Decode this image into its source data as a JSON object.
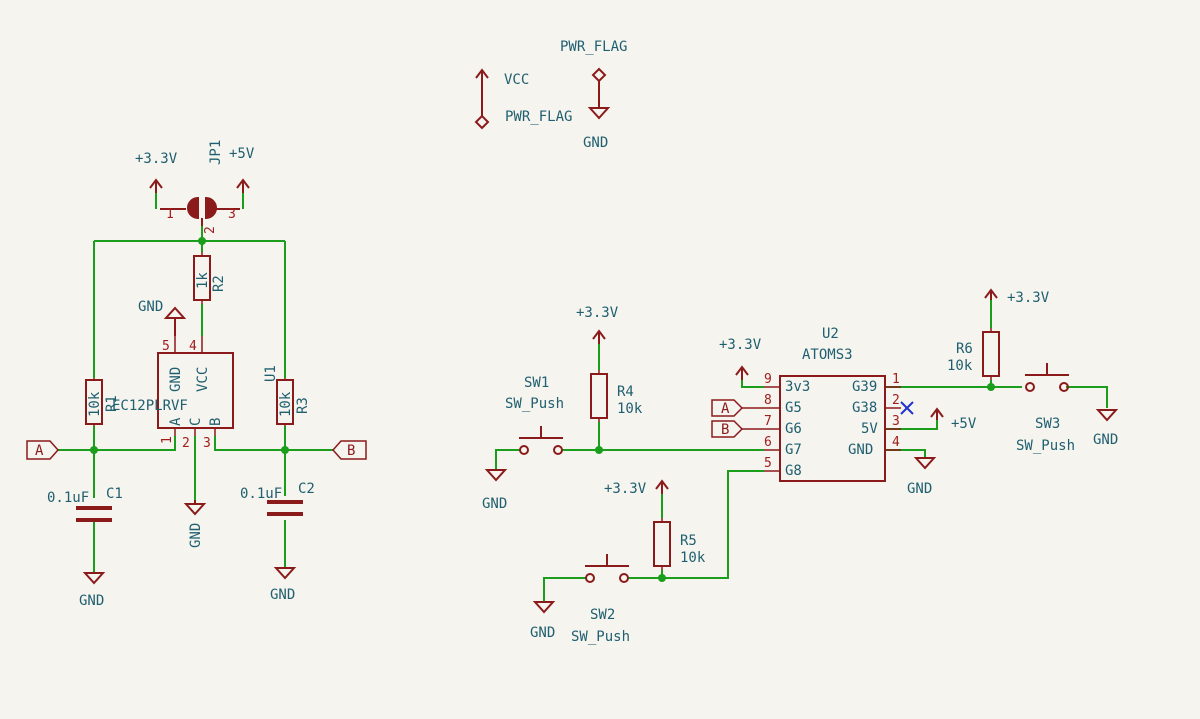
{
  "sheet": {
    "power_symbols": {
      "vcc": "VCC",
      "gnd": "GND",
      "v33": "+3.3V",
      "v5": "+5V",
      "pwr_flag": "PWR_FLAG"
    },
    "jumper": {
      "ref": "JP1",
      "pin1": "1",
      "pin2": "2",
      "pin3": "3"
    },
    "resistors": {
      "r1": {
        "ref": "R1",
        "value": "10k"
      },
      "r2": {
        "ref": "R2",
        "value": "1k"
      },
      "r3": {
        "ref": "R3",
        "value": "10k"
      },
      "r4": {
        "ref": "R4",
        "value": "10k"
      },
      "r5": {
        "ref": "R5",
        "value": "10k"
      },
      "r6": {
        "ref": "R6",
        "value": "10k"
      }
    },
    "capacitors": {
      "c1": {
        "ref": "C1",
        "value": "0.1uF"
      },
      "c2": {
        "ref": "C2",
        "value": "0.1uF"
      }
    },
    "encoder": {
      "ref": "U1",
      "value": "EC12PLRVF",
      "pins": {
        "gnd": "GND",
        "vcc": "VCC",
        "a": "A",
        "c": "C",
        "b": "B"
      },
      "pin_numbers": {
        "p1": "1",
        "p2": "2",
        "p3": "3",
        "p4": "4",
        "p5": "5"
      }
    },
    "module": {
      "ref": "U2",
      "value": "ATOMS3",
      "left_pins": [
        {
          "num": "9",
          "name": "3v3"
        },
        {
          "num": "8",
          "name": "G5"
        },
        {
          "num": "7",
          "name": "G6"
        },
        {
          "num": "6",
          "name": "G7"
        },
        {
          "num": "5",
          "name": "G8"
        }
      ],
      "right_pins": [
        {
          "num": "1",
          "name": "G39"
        },
        {
          "num": "2",
          "name": "G38"
        },
        {
          "num": "3",
          "name": "5V"
        },
        {
          "num": "4",
          "name": "GND"
        }
      ]
    },
    "switches": {
      "sw1": {
        "ref": "SW1",
        "value": "SW_Push"
      },
      "sw2": {
        "ref": "SW2",
        "value": "SW_Push"
      },
      "sw3": {
        "ref": "SW3",
        "value": "SW_Push"
      }
    },
    "global_labels": {
      "a": "A",
      "b": "B"
    },
    "colors": {
      "wire": "#1b9e1b",
      "component": "#8b1a1a",
      "text": "#1f5f6f",
      "pin_number": "#a41d1d",
      "background": "#f5f4ef",
      "no_connect": "#2233cc"
    }
  }
}
